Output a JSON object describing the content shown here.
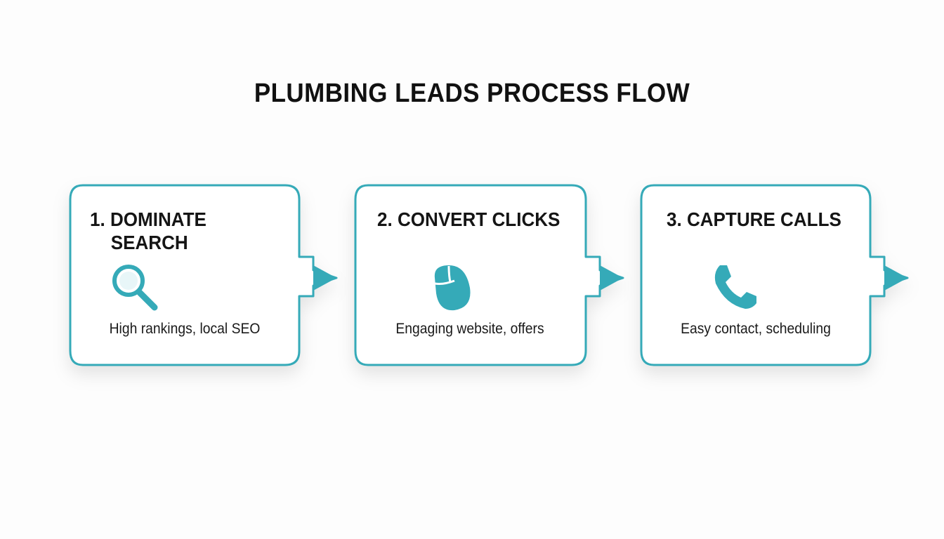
{
  "title": "PLUMBING LEADS PROCESS FLOW",
  "accent_color": "#35aab8",
  "steps": [
    {
      "heading_line1": "1. DOMINATE",
      "heading_line2": "SEARCH",
      "icon": "magnifying-glass-icon",
      "description": "High rankings, local SEO"
    },
    {
      "heading_line1": "2. CONVERT CLICKS",
      "heading_line2": "",
      "icon": "computer-mouse-icon",
      "description": "Engaging website, offers"
    },
    {
      "heading_line1": "3. CAPTURE CALLS",
      "heading_line2": "",
      "icon": "phone-icon",
      "description": "Easy contact, scheduling"
    }
  ]
}
